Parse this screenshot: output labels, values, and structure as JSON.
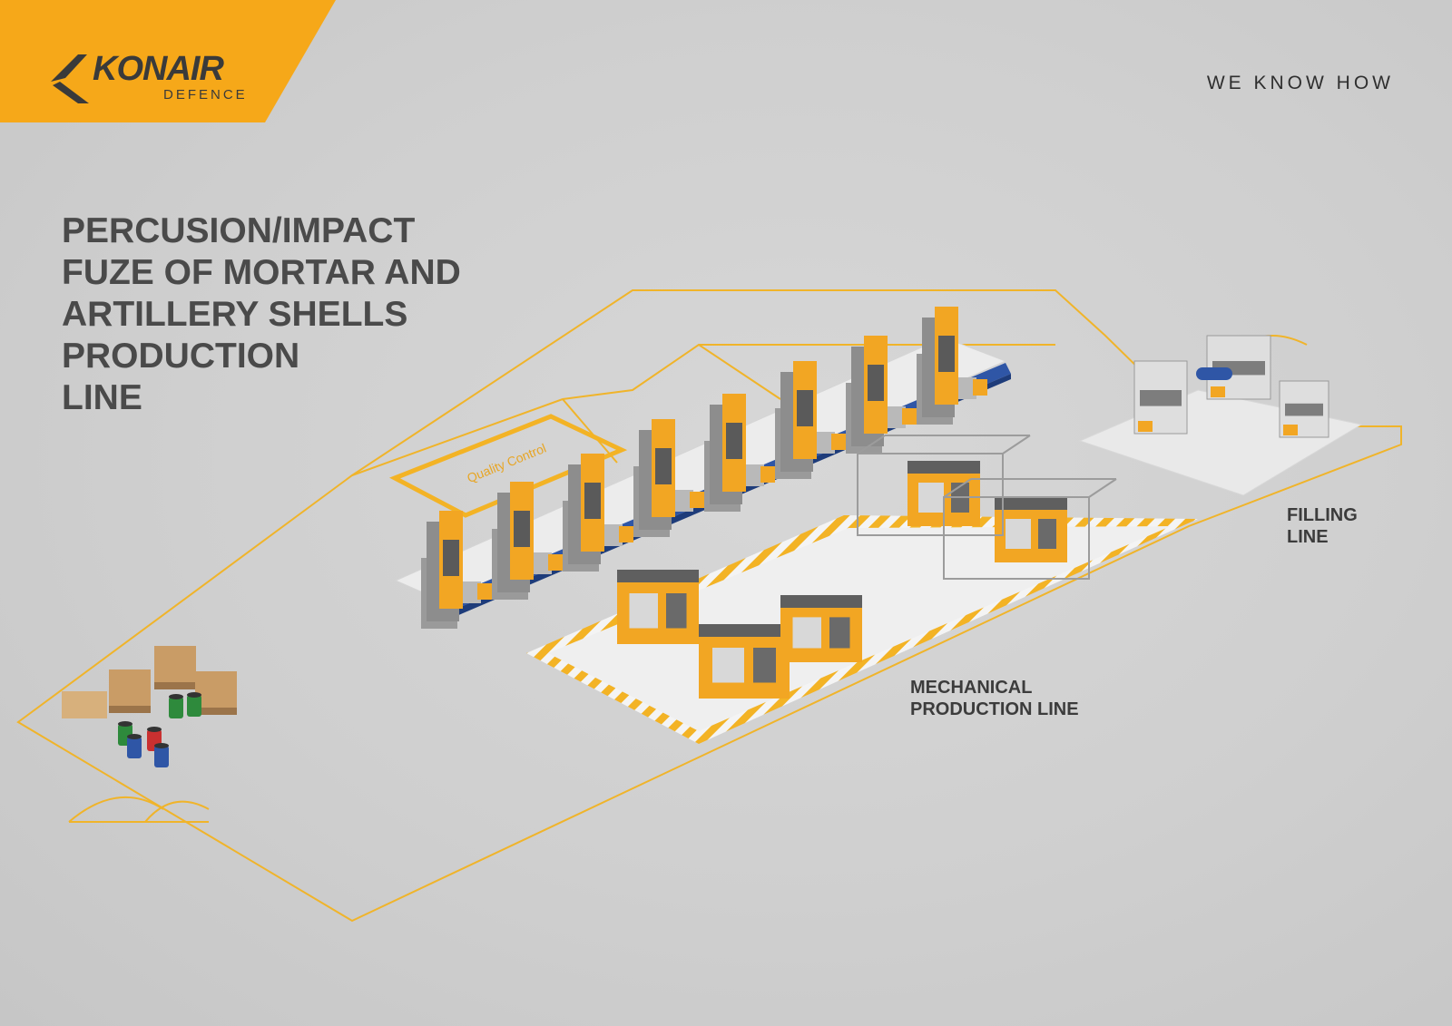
{
  "brand": {
    "name": "KONAIR",
    "subtitle": "DEFENCE",
    "tagline": "WE KNOW HOW",
    "accent_color": "#f6a819"
  },
  "title": "PERCUSION/IMPACT\nFUZE OF MORTAR AND\nARTILLERY SHELLS\nPRODUCTION\nLINE",
  "areas": {
    "quality_control": "Quality Control",
    "filling_line": "FILLING\nLINE",
    "mechanical_line": "MECHANICAL\nPRODUCTION LINE"
  },
  "colors": {
    "machine_yellow": "#f2a623",
    "machine_grey": "#8d8d8d",
    "conveyor_blue": "#2f56a6",
    "floor_line": "#f0b42a"
  },
  "icons": [
    "konair-logo-mark",
    "press-machine",
    "cnc-machine",
    "pallet",
    "barrel",
    "filling-machine"
  ]
}
